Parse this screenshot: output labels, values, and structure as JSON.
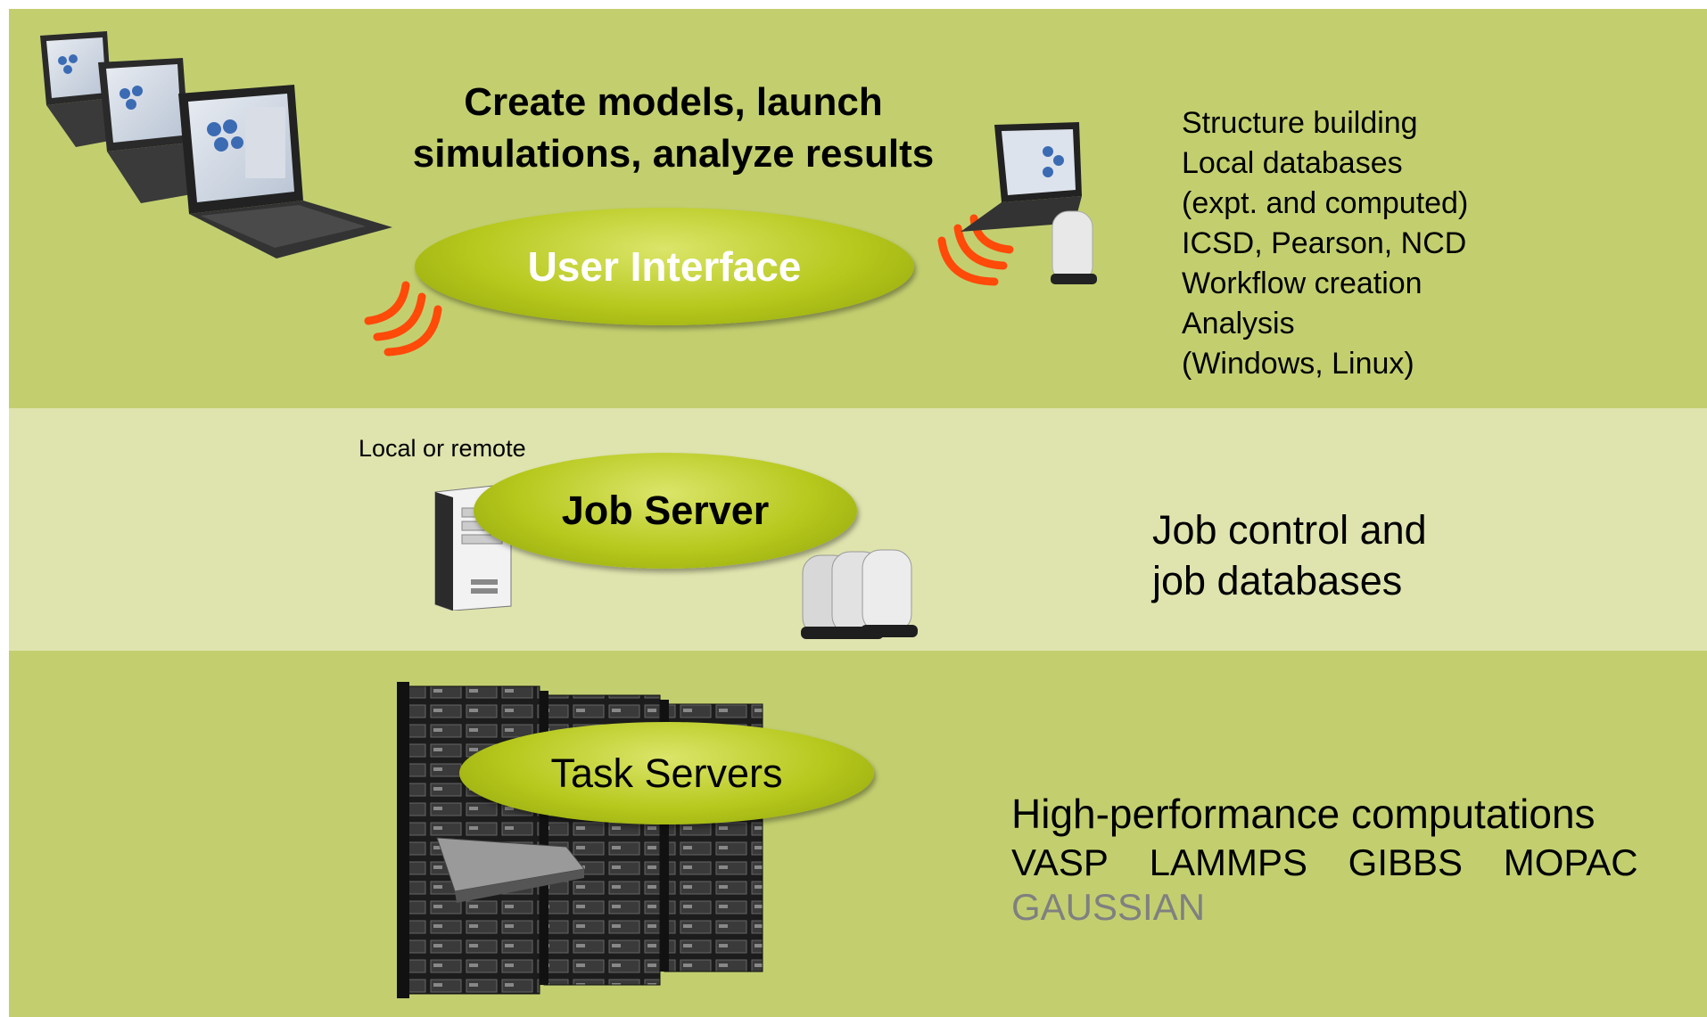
{
  "user_interface": {
    "headline_line1": "Create models, launch",
    "headline_line2": "simulations, analyze results",
    "label": "User Interface",
    "features": [
      "Structure building",
      "Local databases",
      "(expt. and computed)",
      "ICSD, Pearson, NCD",
      "Workflow creation",
      "Analysis",
      "(Windows, Linux)"
    ]
  },
  "job_server": {
    "location_note": "Local or remote",
    "label": "Job Server",
    "description_line1": "Job control and",
    "description_line2": "job databases"
  },
  "task_servers": {
    "label": "Task Servers",
    "title": "High-performance computations",
    "software": [
      "VASP",
      "LAMMPS",
      "GIBBS",
      "MOPAC"
    ],
    "software_grey": "GAUSSIAN"
  },
  "colors": {
    "band_dark": "#c3cf6f",
    "band_light": "#dfe4ae",
    "ellipse": "#b6c81c",
    "wireless_signal": "#ff4a0a",
    "grey_text": "#808080"
  },
  "icons": [
    "laptop-icon",
    "wireless-signal-icon",
    "router-icon",
    "tower-server-icon",
    "rack-server-icon"
  ]
}
